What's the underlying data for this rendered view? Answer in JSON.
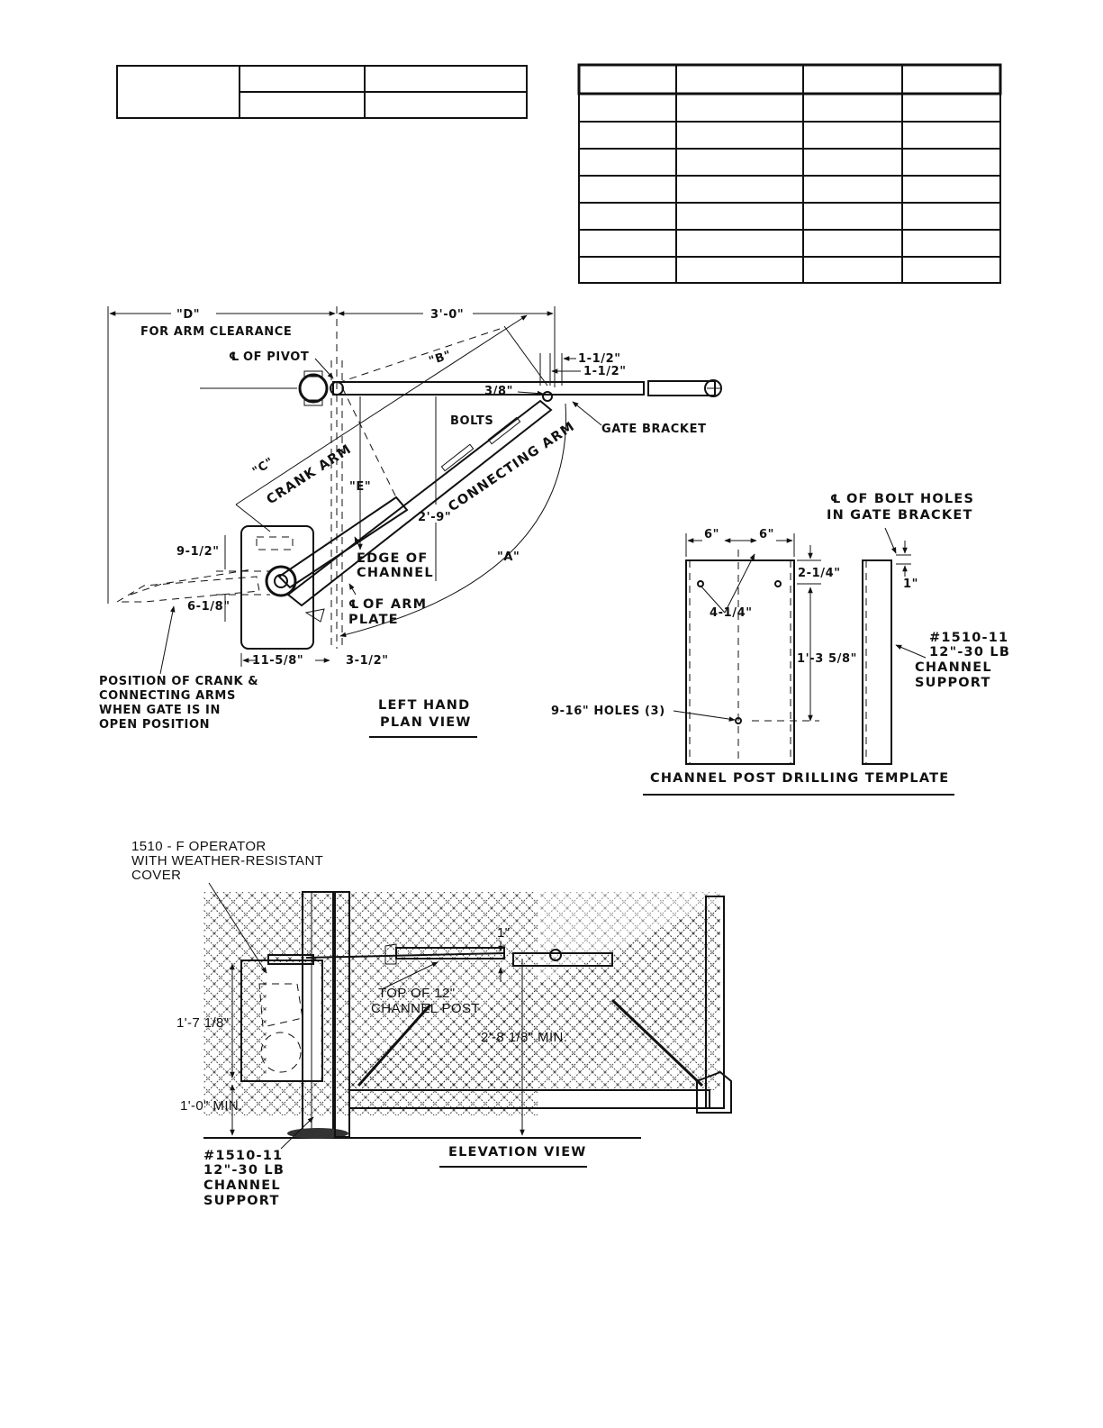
{
  "plan_view": {
    "title_line1": "LEFT HAND",
    "title_line2": "PLAN VIEW",
    "labels": {
      "d": "\"D\"",
      "arm_clearance": "FOR ARM CLEARANCE",
      "dim_3_0": "3'-0\"",
      "cl_pivot": "OF PIVOT",
      "b": "\"B\"",
      "c": "\"C\"",
      "crank_arm": "CRANK ARM",
      "dim_1_1_2_a": "1-1/2\"",
      "dim_1_1_2_b": "1-1/2\"",
      "dim_3_8": "3/8\"",
      "bolts": "BOLTS",
      "gate_bracket": "GATE BRACKET",
      "connecting_arm": "CONNECTING ARM",
      "e": "\"E\"",
      "dim_2_9": "2'-9\"",
      "a": "\"A\"",
      "dim_9_1_2": "9-1/2\"",
      "dim_6_1_8": "6-1/8\"",
      "edge_channel_1": "EDGE OF",
      "edge_channel_2": "CHANNEL",
      "cl_arm_plate_1": "OF ARM",
      "cl_arm_plate_2": "PLATE",
      "dim_11_5_8": "11-5/8\"",
      "dim_3_1_2": "3-1/2\"",
      "open_pos_1": "POSITION OF CRANK &",
      "open_pos_2": "CONNECTING ARMS",
      "open_pos_3": "WHEN GATE IS IN",
      "open_pos_4": "OPEN POSITION"
    }
  },
  "template": {
    "title": "CHANNEL POST DRILLING TEMPLATE",
    "labels": {
      "dim_6_a": "6\"",
      "dim_6_b": "6\"",
      "dim_2_1_4": "2-1/4\"",
      "dim_4_1_4": "4-1/4\"",
      "dim_1_3_5_8": "1'-3 5/8\"",
      "holes": "9-16\" HOLES (3)",
      "cl_bolt_1": "OF BOLT HOLES",
      "cl_bolt_2": "IN GATE BRACKET",
      "dim_1": "1\"",
      "support_1": "#1510-11",
      "support_2": "12\"-30 LB",
      "support_3": "CHANNEL",
      "support_4": "SUPPORT"
    }
  },
  "elevation_view": {
    "title": "ELEVATION VIEW",
    "labels": {
      "operator_1": "1510 - F OPERATOR",
      "operator_2": "WITH WEATHER-RESISTANT",
      "operator_3": "COVER",
      "dim_1": "1\"",
      "top_post_1": "TOP OF 12\"",
      "top_post_2": "CHANNEL POST",
      "dim_1_7_1_8": "1'-7 1/8\"",
      "dim_2_8_1_8": "2'-8 1/8\"  MIN.",
      "dim_1_0": "1'-0\"  MIN.",
      "support_1": "#1510-11",
      "support_2": "12\"-30 LB",
      "support_3": "CHANNEL",
      "support_4": "SUPPORT"
    }
  }
}
